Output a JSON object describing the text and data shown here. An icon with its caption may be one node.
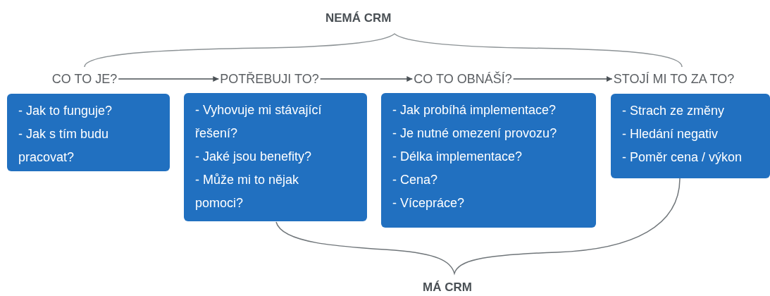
{
  "diagram": {
    "nodes": [
      {
        "text": [
          "CO TO JE?"
        ]
      },
      {
        "text": [
          "POTŘEBUJI TO?"
        ]
      },
      {
        "text": [
          "CO TO OBNÁŠÍ?"
        ]
      },
      {
        "text": [
          "STOJÍ MI TO ZA TO?"
        ]
      },
      {
        "text": [
          "- Jak to funguje?",
          "- Jak s tím budu pracovat?"
        ]
      },
      {
        "text": [
          "- Vyhovuje mi stávající řešení?",
          "- Jaké jsou benefity?",
          "- Může mi to nějak pomoci?"
        ]
      },
      {
        "text": [
          "- Jak probíhá implementace?",
          "- Je nutné omezení provozu?",
          "- Délka implementace?",
          "- Cena?",
          "- Vícepráce?"
        ]
      },
      {
        "text": [
          "- Strach ze změny",
          "- Hledání negativ",
          "- Poměr cena / výkon"
        ]
      }
    ],
    "edges": [
      {
        "from": 0,
        "to": 1,
        "arrow": "to"
      },
      {
        "from": 1,
        "to": 2,
        "arrow": "to"
      },
      {
        "from": 2,
        "to": 3,
        "arrow": "to"
      }
    ],
    "labels": [
      "NEMÁ CRM",
      "MÁ CRM"
    ]
  }
}
